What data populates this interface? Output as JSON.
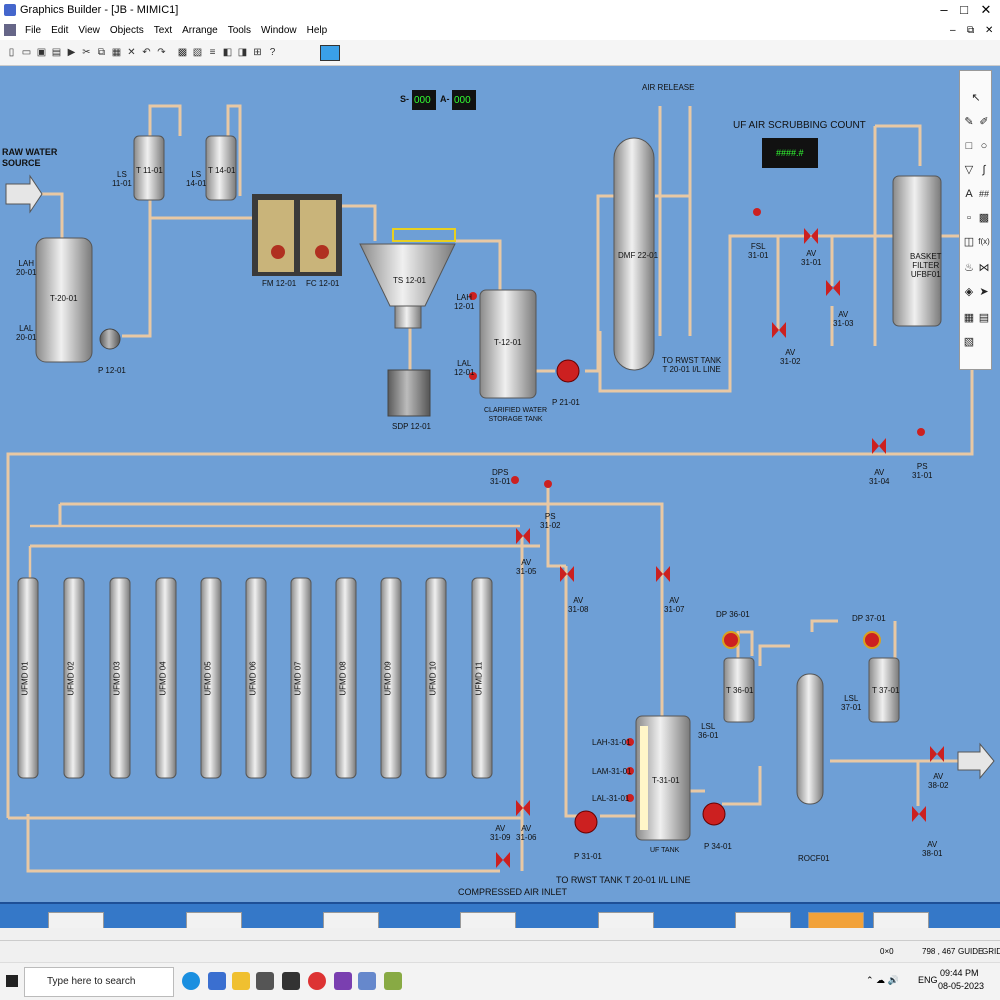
{
  "window": {
    "title": "Graphics Builder - [JB - MIMIC1]",
    "controls": [
      "–",
      "□",
      "✕"
    ]
  },
  "menu": [
    "File",
    "Edit",
    "View",
    "Objects",
    "Text",
    "Arrange",
    "Tools",
    "Window",
    "Help"
  ],
  "mdi_controls": [
    "–",
    "⧉",
    "✕"
  ],
  "toolbar": {
    "icons": [
      "new-icon",
      "open-icon",
      "save-icon",
      "print-icon",
      "run-icon",
      "cut-icon",
      "copy-icon",
      "paste-icon",
      "undo-icon",
      "group-icon",
      "align-icon",
      "help-icon"
    ],
    "help_label": "?"
  },
  "mimic": {
    "raw_water": "RAW WATER\nSOURCE",
    "s_label": "S-",
    "s_value": "000",
    "a_label": "A-",
    "a_value": "000",
    "air_release": "AIR RELEASE",
    "uf_scrub_title": "UF AIR SCRUBBING COUNT",
    "uf_scrub_value": "####.#",
    "t20": "T-20-01",
    "lah20": "LAH\n20-01",
    "lal20": "LAL\n20-01",
    "p12": "P 12-01",
    "t11": "T 11-01",
    "ls11": "LS\n11-01",
    "t14": "T 14-01",
    "ls14": "LS\n14-01",
    "fm12": "FM 12-01",
    "fc12": "FC 12-01",
    "ts12": "TS 12-01",
    "sdp12": "SDP 12-01",
    "lah12": "LAH\n12-01",
    "lal12": "LAL\n12-01",
    "t12": "T-12-01",
    "clarified": "CLARIFIED WATER\nSTORAGE TANK",
    "p21": "P 21-01",
    "dmf": "DMF 22-01",
    "to_rwst_1": "TO RWST TANK\nT 20-01 I/L LINE",
    "fsl": "FSL\n31-01",
    "av3101": "AV\n31-01",
    "av3102": "AV\n31-02",
    "av3103": "AV\n31-03",
    "basket": "BASKET\nFILTER\nUFBF01",
    "av3104": "AV\n31-04",
    "ps3101": "PS\n31-01",
    "dps": "DPS\n31-01",
    "ps3102": "PS\n31-02",
    "av3105": "AV\n31-05",
    "av3108": "AV\n31-08",
    "av3107": "AV\n31-07",
    "ufmd": [
      "UFMD 01",
      "UFMD 02",
      "UFMD 03",
      "UFMD 04",
      "UFMD 05",
      "UFMD 06",
      "UFMD 07",
      "UFMD 08",
      "UFMD 09",
      "UFMD 10",
      "UFMD 11"
    ],
    "av3109": "AV\n31-09",
    "av3106": "AV\n31-06",
    "compressed_air": "COMPRESSED AIR INLET",
    "to_rwst_2": "TO RWST TANK T 20-01 I/L LINE",
    "lah31": "LAH-31-01",
    "lam31": "LAM-31-01",
    "lal31": "LAL-31-01",
    "t31": "T-31-01",
    "uf_tank": "UF TANK",
    "p31": "P 31-01",
    "p34": "P 34-01",
    "dp36": "DP 36-01",
    "t36": "T 36-01",
    "lsl36": "LSL\n36-01",
    "dp37": "DP 37-01",
    "t37": "T 37-01",
    "lsl37": "LSL\n37-01",
    "rocf": "ROCF01",
    "av3802": "AV\n38-02",
    "av3801": "AV\n38-01"
  },
  "palette_icons": [
    "pointer-icon",
    "pencil-icon",
    "pen-icon",
    "rectangle-icon",
    "ellipse-icon",
    "polygon-icon",
    "curve-icon",
    "text-icon",
    "hash-icon",
    "square-icon",
    "pattern-icon",
    "chart-icon",
    "function-icon",
    "pipe-icon",
    "valve-icon",
    "symbol-icon",
    "arrow-icon",
    "table-icon",
    "book-icon",
    "report-icon"
  ],
  "palette_text": {
    "text": "A",
    "hash": "##",
    "fx": "f(x)"
  },
  "status": {
    "coords_origin": "0×0",
    "coords": "798 , 467",
    "guide": "GUIDE",
    "grid": "GRID"
  },
  "taskbar": {
    "search_placeholder": "Type here to search",
    "time": "09:44 PM",
    "date": "08-05-2023",
    "lang": "ENG",
    "tray_icons": "⌃ ☁ 🔊"
  }
}
